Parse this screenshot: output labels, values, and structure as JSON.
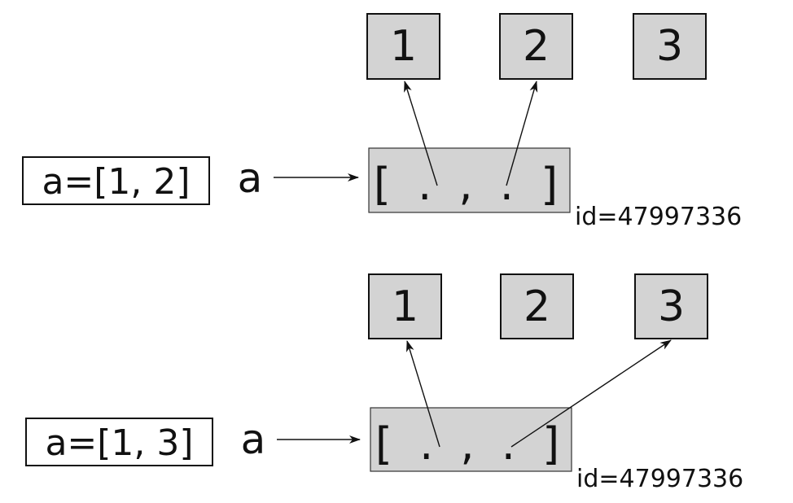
{
  "panels": [
    {
      "code": "a=[1, 2]",
      "variable": "a",
      "list_text": "[ . , . ]",
      "id_label": "id=47997336",
      "objects": [
        "1",
        "2",
        "3"
      ],
      "pointers": [
        0,
        1
      ]
    },
    {
      "code": "a=[1, 3]",
      "variable": "a",
      "list_text": "[ . , . ]",
      "id_label": "id=47997336",
      "objects": [
        "1",
        "2",
        "3"
      ],
      "pointers": [
        0,
        2
      ]
    }
  ],
  "colors": {
    "box_fill": "#d3d3d3",
    "stroke": "#111111",
    "background": "#ffffff"
  }
}
